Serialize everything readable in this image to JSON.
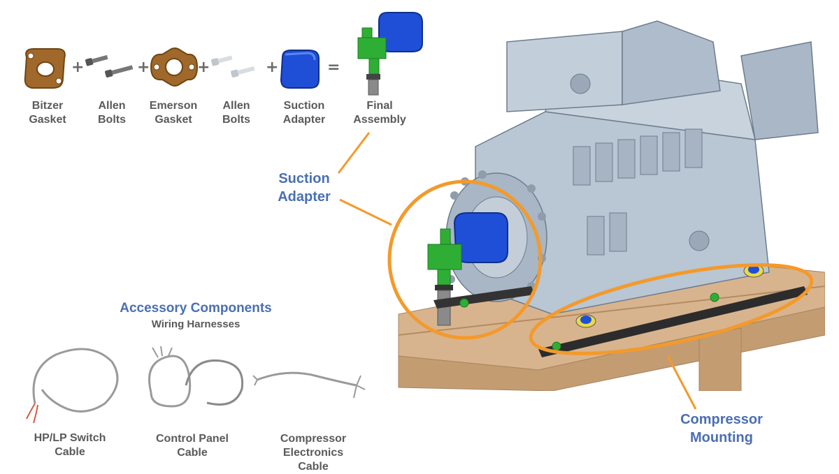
{
  "kit": {
    "parts": [
      {
        "line1": "Bitzer",
        "line2": "Gasket"
      },
      {
        "line1": "Allen",
        "line2": "Bolts"
      },
      {
        "line1": "Emerson",
        "line2": "Gasket"
      },
      {
        "line1": "Allen",
        "line2": "Bolts"
      },
      {
        "line1": "Suction",
        "line2": "Adapter"
      },
      {
        "line1": "Final",
        "line2": "Assembly"
      }
    ],
    "plus": "+",
    "equals": "="
  },
  "callouts": {
    "suction_line1": "Suction",
    "suction_line2": "Adapter",
    "mount_line1": "Compressor",
    "mount_line2": "Mounting"
  },
  "accessories": {
    "title": "Accessory Components",
    "subtitle": "Wiring Harnesses",
    "cables": [
      {
        "line1": "HP/LP Switch",
        "line2": "Cable",
        "line3": ""
      },
      {
        "line1": "Control Panel",
        "line2": "Cable",
        "line3": ""
      },
      {
        "line1": "Compressor",
        "line2": "Electronics",
        "line3": "Cable"
      }
    ]
  },
  "colors": {
    "callout_orange": "#f39a2b",
    "label_blue": "#4a6fb3",
    "gasket_brown": "#a0682a",
    "adapter_blue": "#1f4fd6",
    "valve_green": "#2fae35",
    "compressor_gray": "#b9c6d3",
    "rail_tan": "#d8b48e"
  }
}
